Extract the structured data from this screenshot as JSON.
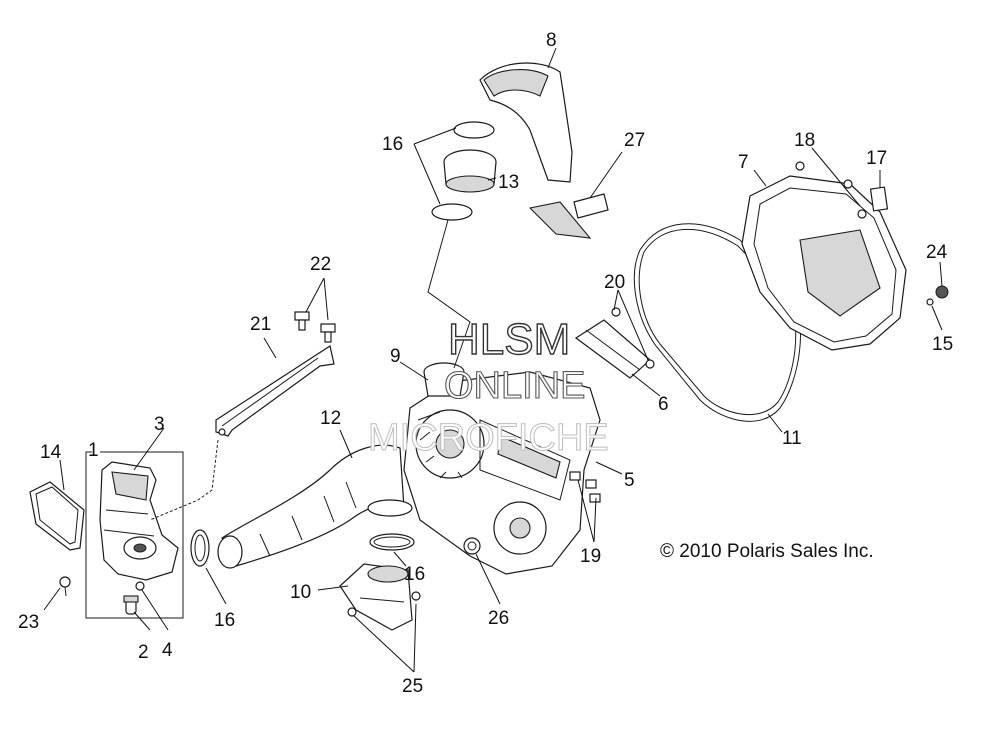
{
  "diagram": {
    "callouts": {
      "c1": "1",
      "c2": "2",
      "c3": "3",
      "c4": "4",
      "c5": "5",
      "c6": "6",
      "c7": "7",
      "c8": "8",
      "c9": "9",
      "c10": "10",
      "c11": "11",
      "c12": "12",
      "c13": "13",
      "c14": "14",
      "c15": "15",
      "c16a": "16",
      "c16b": "16",
      "c16c": "16",
      "c17": "17",
      "c18": "18",
      "c19": "19",
      "c20": "20",
      "c21": "21",
      "c22": "22",
      "c23": "23",
      "c24": "24",
      "c25": "25",
      "c26": "26",
      "c27": "27"
    },
    "copyright": "© 2010 Polaris Sales Inc.",
    "watermark": {
      "line1": "HLSM",
      "line2": "ONLINE",
      "line3": "MICROFICHE"
    }
  }
}
